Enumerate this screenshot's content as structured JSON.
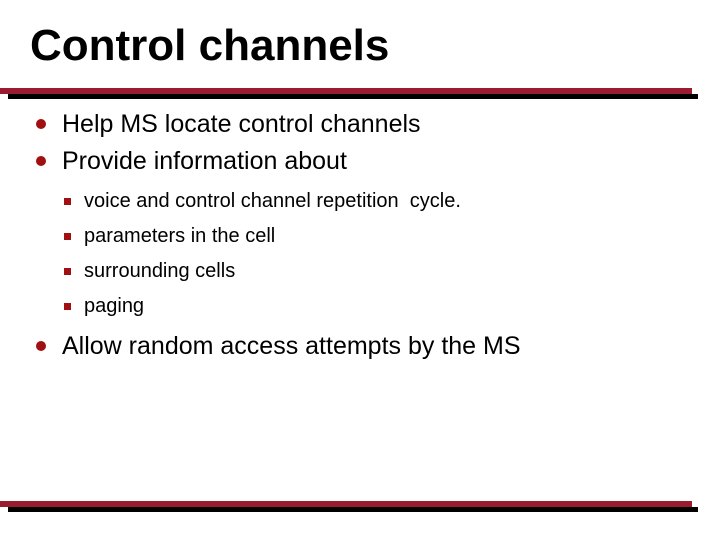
{
  "slide": {
    "title": "Control channels",
    "bullets": [
      {
        "level": 1,
        "text": "Help MS locate control channels"
      },
      {
        "level": 1,
        "text": "Provide information about"
      },
      {
        "level": 2,
        "text": "voice and control channel repetition  cycle."
      },
      {
        "level": 2,
        "text": "parameters in the cell"
      },
      {
        "level": 2,
        "text": "surrounding cells"
      },
      {
        "level": 2,
        "text": "paging"
      },
      {
        "level": 1,
        "text": "Allow random access attempts by the MS"
      }
    ],
    "colors": {
      "bullet_red": "#A01010",
      "rule_red": "#9B1B31",
      "rule_black": "#000000",
      "text": "#000000",
      "background": "#FFFFFF"
    }
  }
}
